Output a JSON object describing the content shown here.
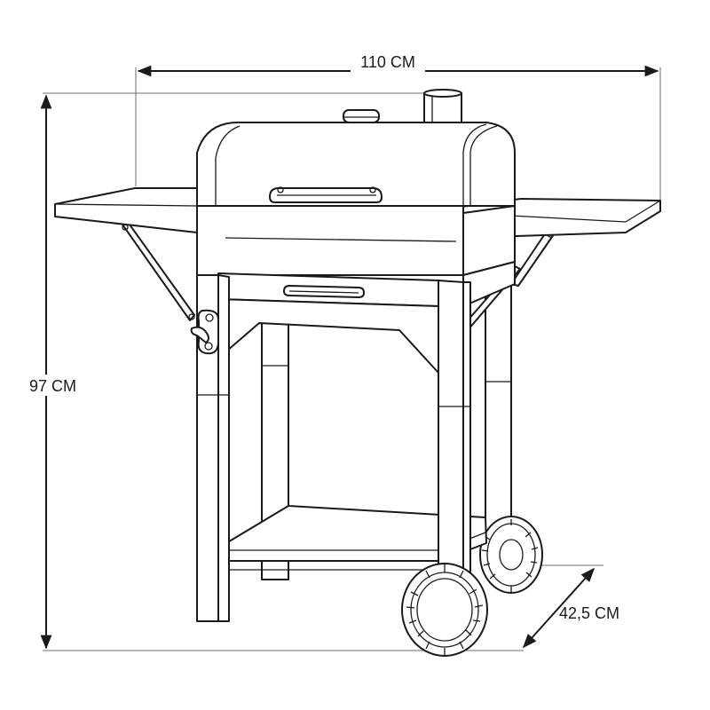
{
  "dimensions": {
    "width": {
      "label": "110 CM",
      "value": 110,
      "unit": "CM"
    },
    "height": {
      "label": "97 CM",
      "value": 97,
      "unit": "CM"
    },
    "depth": {
      "label": "42,5 CM",
      "value": 42.5,
      "unit": "CM"
    }
  },
  "colors": {
    "line": "#1a1a1a",
    "guide": "#6e6e6e",
    "background": "#ffffff"
  }
}
